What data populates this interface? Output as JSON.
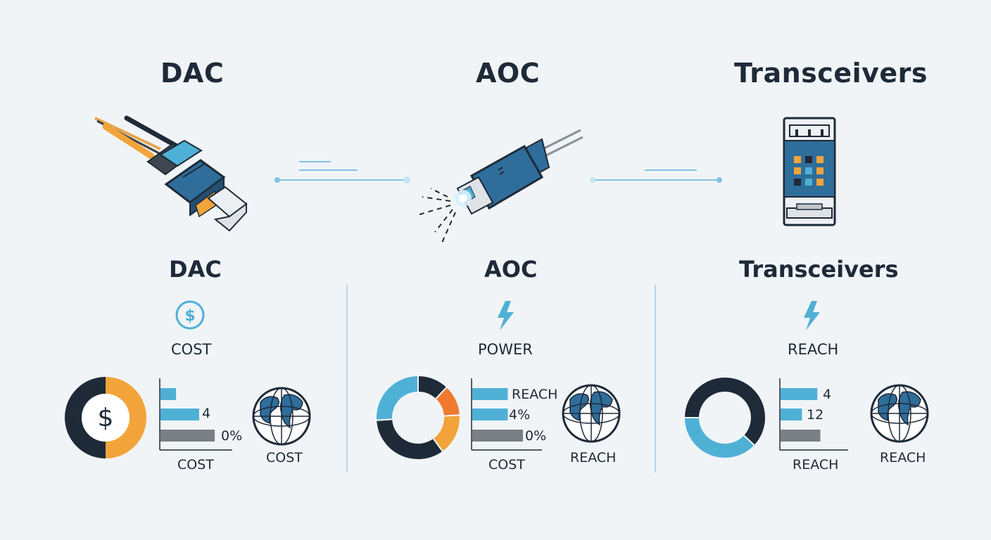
{
  "colors": {
    "navy": "#1e2a38",
    "blue": "#4fb0d6",
    "orange": "#f2a43a",
    "red_orange": "#ef7a2e",
    "gray": "#7a7f86",
    "steel_blue": "#2f6d9b",
    "background": "#f1f4f7"
  },
  "columns": [
    {
      "top_title": "DAC",
      "mid_title": "DAC",
      "metric_icon": "dollar-circle-icon",
      "metric_label": "COST",
      "donut_icon": "dollar-sign-icon",
      "donut_segments": [
        {
          "color": "navy",
          "fraction": 0.5
        },
        {
          "color": "orange",
          "fraction": 0.5
        }
      ],
      "bars": [
        {
          "color": "blue",
          "fraction": 0.27,
          "label": ""
        },
        {
          "color": "blue",
          "fraction": 0.67,
          "label": "4"
        },
        {
          "color": "gray",
          "fraction": 0.94,
          "label": "0%"
        }
      ],
      "bar_axis_label": "COST",
      "globe_label": "COST"
    },
    {
      "top_title": "AOC",
      "mid_title": "AOC",
      "metric_icon": "lightning-bolt-icon",
      "metric_label": "POWER",
      "donut_segments": [
        {
          "color": "navy",
          "fraction": 0.12
        },
        {
          "color": "red_orange",
          "fraction": 0.12
        },
        {
          "color": "orange",
          "fraction": 0.16
        },
        {
          "color": "navy",
          "fraction": 0.34
        },
        {
          "color": "blue",
          "fraction": 0.26
        }
      ],
      "bars": [
        {
          "color": "blue",
          "fraction": 0.56,
          "label": "REACH"
        },
        {
          "color": "blue",
          "fraction": 0.56,
          "label": "4%"
        },
        {
          "color": "gray",
          "fraction": 0.8,
          "label": "0%"
        }
      ],
      "bar_axis_label": "COST",
      "globe_label": "REACH"
    },
    {
      "top_title": "Transceivers",
      "mid_title": "Transceivers",
      "metric_icon": "lightning-bolt-icon",
      "metric_label": "REACH",
      "donut_segments": [
        {
          "color": "navy",
          "fraction": 0.62
        },
        {
          "color": "blue",
          "fraction": 0.38
        }
      ],
      "bars": [
        {
          "color": "blue",
          "fraction": 0.6,
          "label": "4"
        },
        {
          "color": "blue",
          "fraction": 0.35,
          "label": "12"
        },
        {
          "color": "gray",
          "fraction": 0.65,
          "label": ""
        }
      ],
      "bar_axis_label": "REACH",
      "globe_label": "REACH"
    }
  ]
}
